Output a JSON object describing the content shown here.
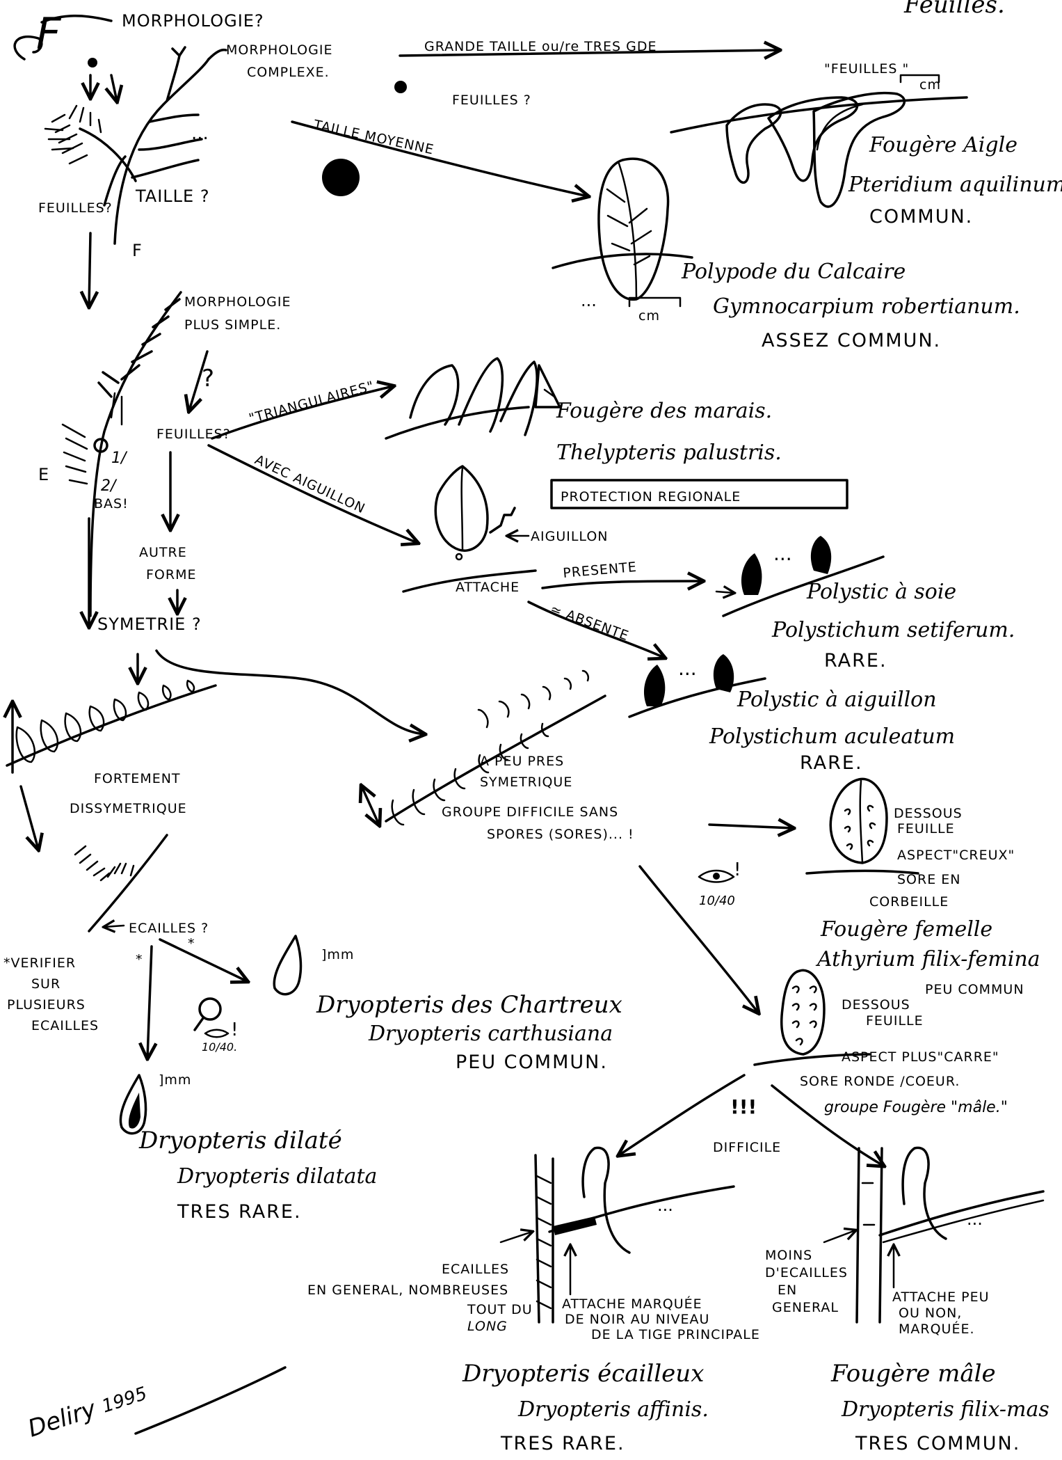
{
  "corner": "Feuilles.",
  "start": {
    "letter": "F",
    "question": "MORPHOLOGIE?"
  },
  "top_left": {
    "complex": [
      "MORPHOLOGIE",
      "COMPLEXE."
    ],
    "leaves_q": "FEUILLES?",
    "size_q": "TAILLE ?",
    "label_F": "F",
    "dots": "..."
  },
  "branches": {
    "large": "GRANDE  TAILLE ou/re TRES GDE",
    "leaves_q2": "FEUILLES ?",
    "medium": "TAILLE MOYENNE",
    "leaves_cm": "\"FEUILLES \"",
    "cm": "cm"
  },
  "species": {
    "pteridium": {
      "common": "Fougère Aigle",
      "latin": "Pteridium aquilinum.",
      "status": "COMMUN."
    },
    "gymnocarpium": {
      "common": "Polypode du Calcaire",
      "latin": "Gymnocarpium robertianum.",
      "status": "ASSEZ COMMUN."
    },
    "thelypteris": {
      "common": "Fougère des marais.",
      "latin": "Thelypteris palustris.",
      "status": "PROTECTION REGIONALE"
    },
    "setiferum": {
      "common": "Polystic à soie",
      "latin": "Polystichum setiferum.",
      "status": "RARE."
    },
    "aculeatum": {
      "common": "Polystic à aiguillon",
      "latin": "Polystichum aculeatum",
      "status": "RARE."
    },
    "athyrium": {
      "common": "Fougère femelle",
      "latin": "Athyrium filix-femina",
      "status": "PEU COMMUN"
    },
    "carthusiana": {
      "common": "Dryopteris des Chartreux",
      "latin": "Dryopteris carthusiana",
      "status": "PEU COMMUN."
    },
    "dilatata": {
      "common": "Dryopteris dilaté",
      "latin": "Dryopteris dilatata",
      "status": "TRES RARE."
    },
    "affinis": {
      "common": "Dryopteris écailleux",
      "latin": "Dryopteris affinis.",
      "status": "TRES RARE."
    },
    "filixmas": {
      "common": "Fougère mâle",
      "latin": "Dryopteris filix-mas",
      "status": "TRES COMMUN."
    }
  },
  "simpler": {
    "morph": [
      "MORPHOLOGIE",
      "PLUS SIMPLE."
    ],
    "qmark": "?",
    "leaves_q": "FEUILLES?",
    "one": "1/",
    "two": "2/",
    "bas": "BAS!",
    "label_E": "E",
    "triangular": "\"TRIANGULAIRES\"",
    "needle": "AVEC AIGUILLON",
    "other": [
      "AUTRE",
      "FORME"
    ],
    "symmetry": "SYMETRIE ?",
    "aiguillon": "AIGUILLON",
    "attache": "ATTACHE",
    "presente": "PRESENTE",
    "absente": "≃ ABSENTE",
    "dots": "..."
  },
  "symmetry_branch": {
    "strong": [
      "FORTEMENT",
      "DISSYMETRIQUE"
    ],
    "nearly": [
      "A PEU PRES",
      "SYMETRIQUE"
    ],
    "group": [
      "GROUPE DIFFICILE SANS",
      "SPORES (SORES)... !"
    ],
    "scales_q": "ECAILLES ?",
    "verify": [
      "*VERIFIER",
      "SUR",
      "PLUSIEURS",
      "ECAILLES"
    ],
    "star": "*",
    "mm": "]mm",
    "mm2": "]mm",
    "loupe_ratio": "10/40.",
    "eye_ratio": "10/40",
    "excl": "!"
  },
  "sori": {
    "dessous1": [
      "DESSOUS",
      "FEUILLE"
    ],
    "aspect1": "ASPECT\"CREUX\"",
    "sore1": [
      "SORE EN",
      "CORBEILLE"
    ],
    "dessous2": [
      "DESSOUS",
      "FEUILLE"
    ],
    "aspect2": "ASPECT PLUS\"CARRE\"",
    "sore2": "SORE RONDE /COEUR.",
    "group_male": "groupe Fougère \"mâle.\"",
    "bang": "!!!",
    "difficile": "DIFFICILE"
  },
  "bottom": {
    "left_scales": [
      "ECAILLES",
      "EN GENERAL, NOMBREUSES",
      "TOUT DU",
      "LONG"
    ],
    "left_attach": [
      "ATTACHE MARQUÉE",
      "DE NOIR AU NIVEAU",
      "DE LA TIGE PRINCIPALE"
    ],
    "right_scales": [
      "MOINS",
      "D'ECAILLES",
      "EN",
      "GENERAL"
    ],
    "right_attach": [
      "ATTACHE PEU",
      "OU NON,",
      "MARQUÉE."
    ],
    "dots": "..."
  },
  "signature": {
    "name": "Deliry",
    "year": "1995"
  }
}
